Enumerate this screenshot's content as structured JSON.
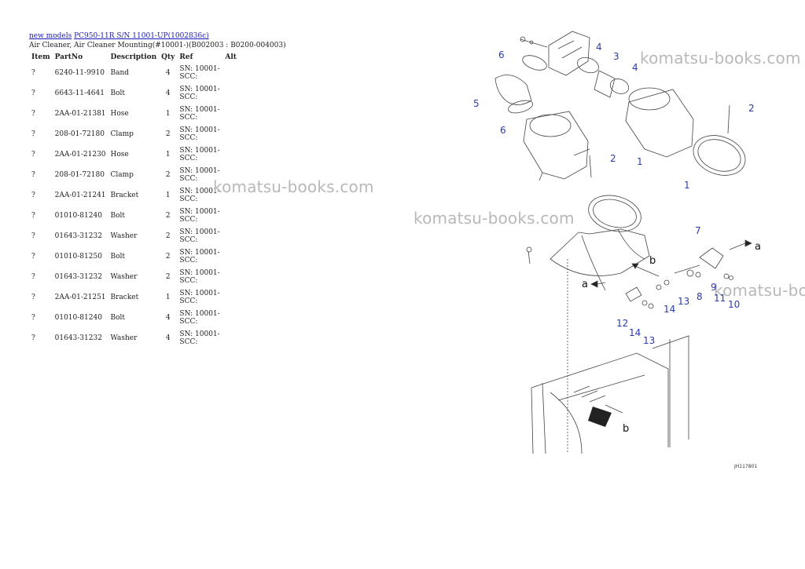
{
  "breadcrumb": {
    "link1": "new models",
    "link2": "PC950-11R S/N 11001-UP(1002836c)"
  },
  "subtitle": "Air Cleaner, Air Cleaner Mounting(#10001-)(B002003 : B0200-004003)",
  "table": {
    "headers": [
      "Item",
      "PartNo",
      "Description",
      "Qty",
      "Ref",
      "Alt"
    ],
    "rows": [
      {
        "item": "?",
        "part": "6240-11-9910",
        "desc": "Band",
        "qty": "4",
        "ref": "SN: 10001-SCC:",
        "alt": ""
      },
      {
        "item": "?",
        "part": "6643-11-4641",
        "desc": "Bolt",
        "qty": "4",
        "ref": "SN: 10001-SCC:",
        "alt": ""
      },
      {
        "item": "?",
        "part": "2AA-01-21381",
        "desc": "Hose",
        "qty": "1",
        "ref": "SN: 10001-SCC:",
        "alt": ""
      },
      {
        "item": "?",
        "part": "208-01-72180",
        "desc": "Clamp",
        "qty": "2",
        "ref": "SN: 10001-SCC:",
        "alt": ""
      },
      {
        "item": "?",
        "part": "2AA-01-21230",
        "desc": "Hose",
        "qty": "1",
        "ref": "SN: 10001-SCC:",
        "alt": ""
      },
      {
        "item": "?",
        "part": "208-01-72180",
        "desc": "Clamp",
        "qty": "2",
        "ref": "SN: 10001-SCC:",
        "alt": ""
      },
      {
        "item": "?",
        "part": "2AA-01-21241",
        "desc": "Bracket",
        "qty": "1",
        "ref": "SN: 10001-SCC:",
        "alt": ""
      },
      {
        "item": "?",
        "part": "01010-81240",
        "desc": "Bolt",
        "qty": "2",
        "ref": "SN: 10001-SCC:",
        "alt": ""
      },
      {
        "item": "?",
        "part": "01643-31232",
        "desc": "Washer",
        "qty": "2",
        "ref": "SN: 10001-SCC:",
        "alt": ""
      },
      {
        "item": "?",
        "part": "01010-81250",
        "desc": "Bolt",
        "qty": "2",
        "ref": "SN: 10001-SCC:",
        "alt": ""
      },
      {
        "item": "?",
        "part": "01643-31232",
        "desc": "Washer",
        "qty": "2",
        "ref": "SN: 10001-SCC:",
        "alt": ""
      },
      {
        "item": "?",
        "part": "2AA-01-21251",
        "desc": "Bracket",
        "qty": "1",
        "ref": "SN: 10001-SCC:",
        "alt": ""
      },
      {
        "item": "?",
        "part": "01010-81240",
        "desc": "Bolt",
        "qty": "4",
        "ref": "SN: 10001-SCC:",
        "alt": ""
      },
      {
        "item": "?",
        "part": "01643-31232",
        "desc": "Washer",
        "qty": "4",
        "ref": "SN: 10001-SCC:",
        "alt": ""
      }
    ]
  },
  "watermark": "komatsu-books.com",
  "diagram": {
    "callouts": [
      "1",
      "1",
      "2",
      "2",
      "3",
      "4",
      "4",
      "5",
      "6",
      "6",
      "7",
      "8",
      "9",
      "10",
      "11",
      "12",
      "13",
      "13",
      "14",
      "14"
    ],
    "letters": [
      "a",
      "a",
      "b",
      "b"
    ],
    "code": "JH117801"
  }
}
